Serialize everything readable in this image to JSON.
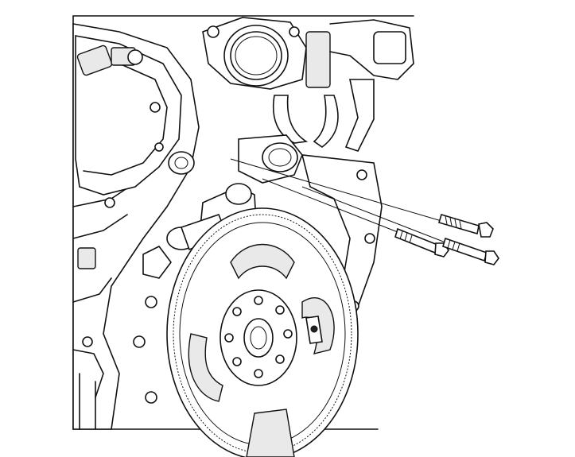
{
  "figure": {
    "components": [
      {
        "name": "engine-block"
      },
      {
        "name": "throttle-body"
      },
      {
        "name": "valve-cover"
      },
      {
        "name": "coolant-pipes"
      },
      {
        "name": "flywheel"
      },
      {
        "name": "flywheel-ring-gear"
      },
      {
        "name": "mounting-bolts",
        "count": 3
      }
    ],
    "colors": {
      "line": "#111111",
      "background": "#ffffff",
      "shade": "#e9e9e9"
    }
  }
}
